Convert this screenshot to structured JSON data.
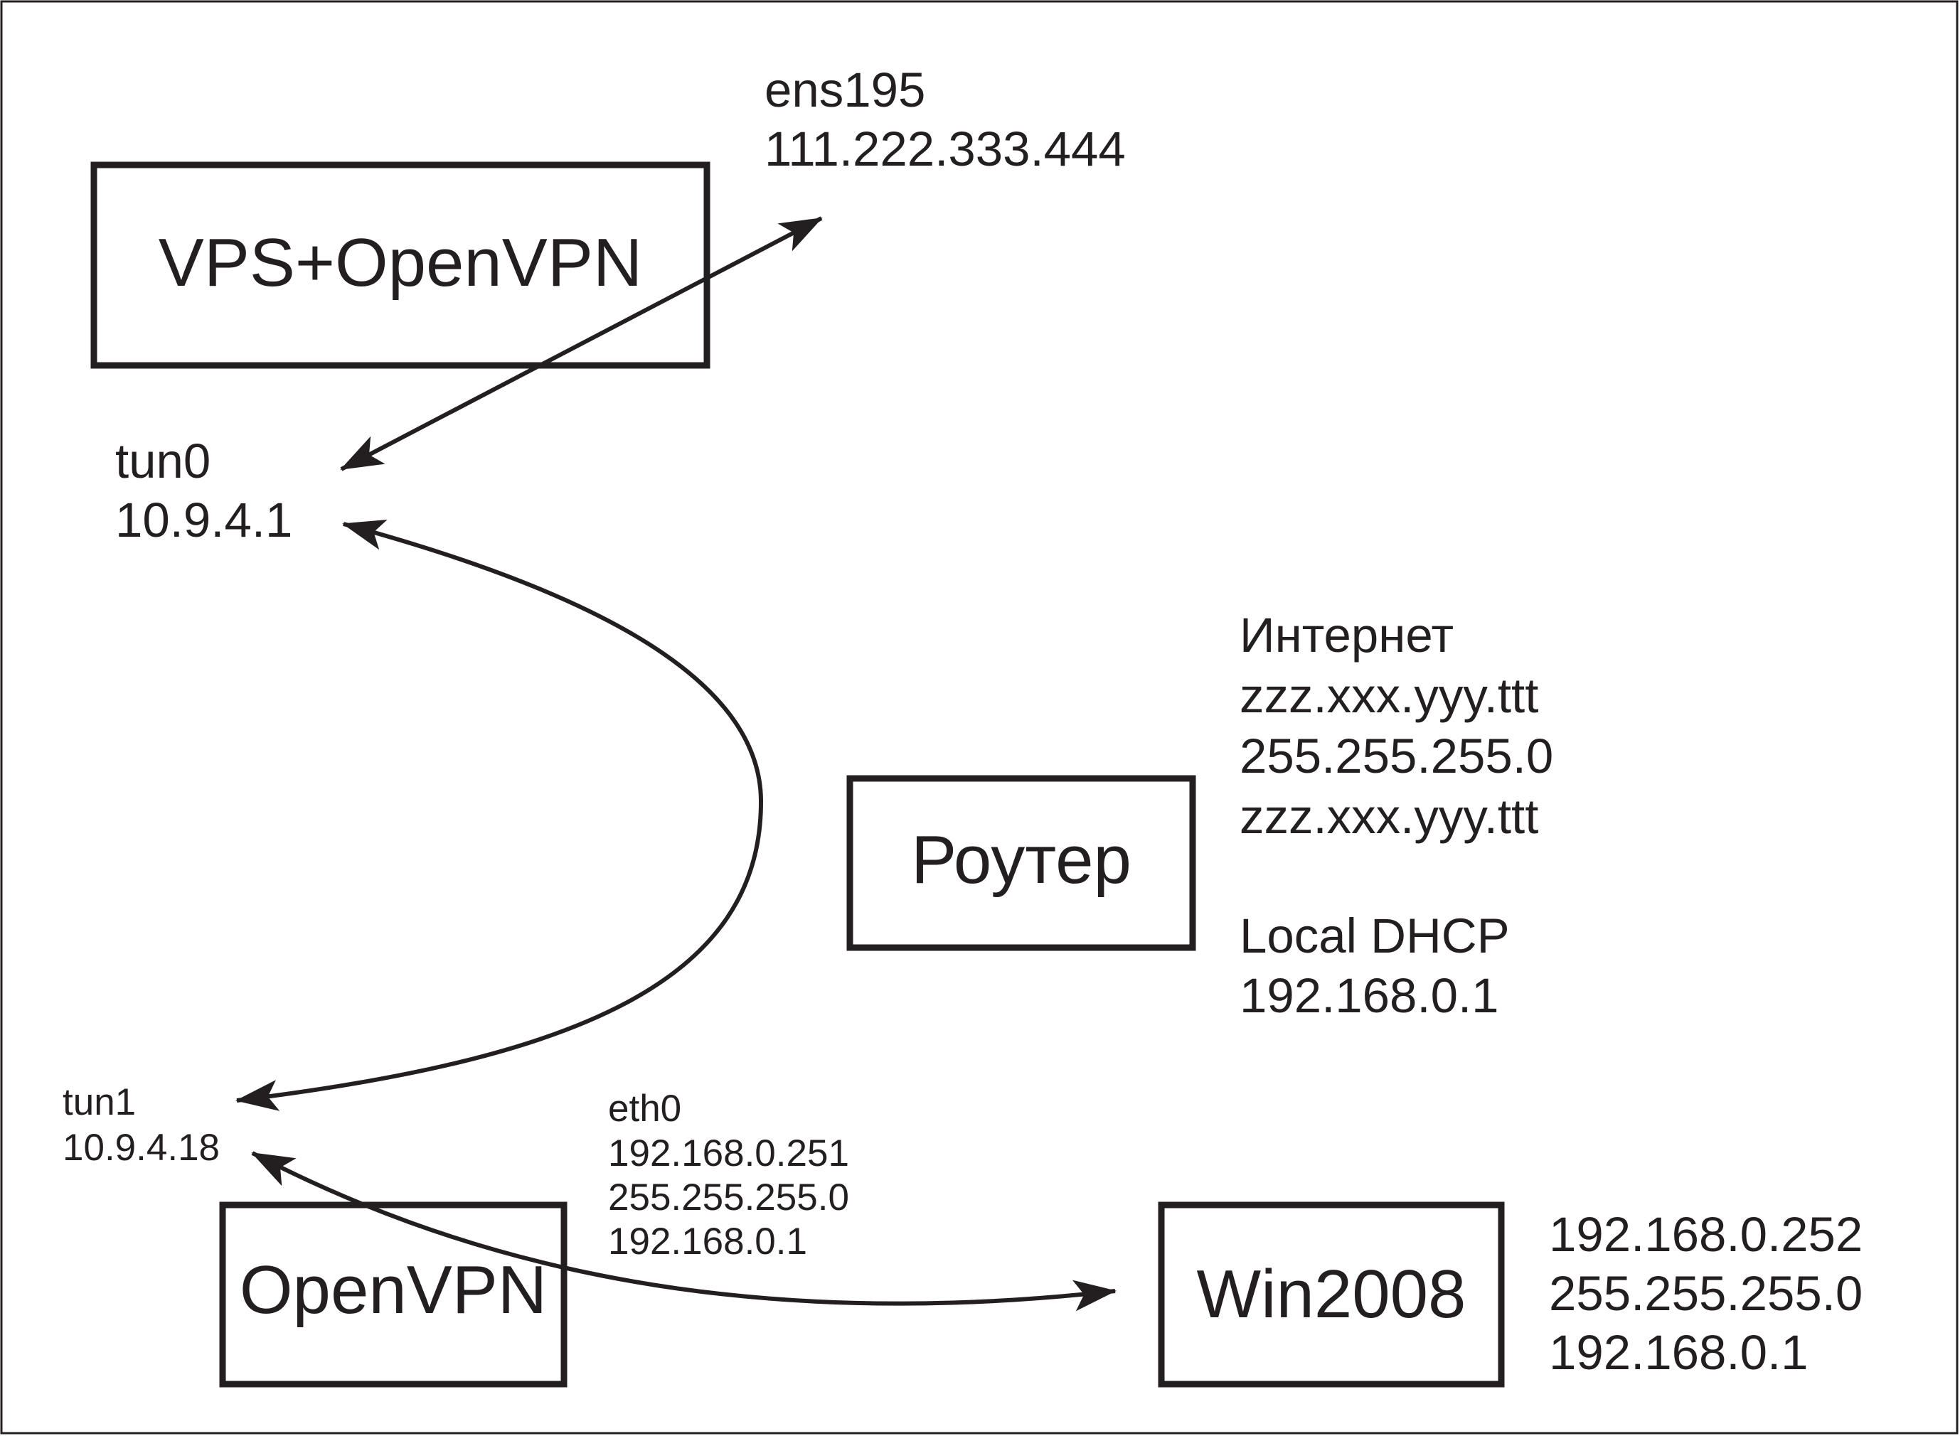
{
  "nodes": {
    "vps": {
      "label": "VPS+OpenVPN"
    },
    "router": {
      "label": "Роутер"
    },
    "openvpn": {
      "label": "OpenVPN"
    },
    "win2008": {
      "label": "Win2008"
    }
  },
  "labels": {
    "ens195": [
      "ens195",
      "111.222.333.444"
    ],
    "tun0": [
      "tun0",
      "10.9.4.1"
    ],
    "internet": [
      "Интернет",
      "zzz.xxx.yyy.ttt",
      "255.255.255.0",
      "zzz.xxx.yyy.ttt"
    ],
    "local_dhcp": [
      "Local DHCP",
      "192.168.0.1"
    ],
    "tun1": [
      "tun1",
      "10.9.4.18"
    ],
    "eth0": [
      "eth0",
      "192.168.0.251",
      "255.255.255.0",
      "192.168.0.1"
    ],
    "win2008_net": [
      "192.168.0.252",
      "255.255.255.0",
      "192.168.0.1"
    ]
  },
  "edges": [
    {
      "from": "tun0",
      "to": "ens195",
      "style": "straight",
      "direction": "both"
    },
    {
      "from": "tun0",
      "to": "tun1",
      "style": "curve",
      "direction": "both"
    },
    {
      "from": "tun1",
      "to": "win2008",
      "style": "curve",
      "direction": "both"
    }
  ],
  "colors": {
    "line": "#231f20",
    "background": "#ffffff"
  }
}
